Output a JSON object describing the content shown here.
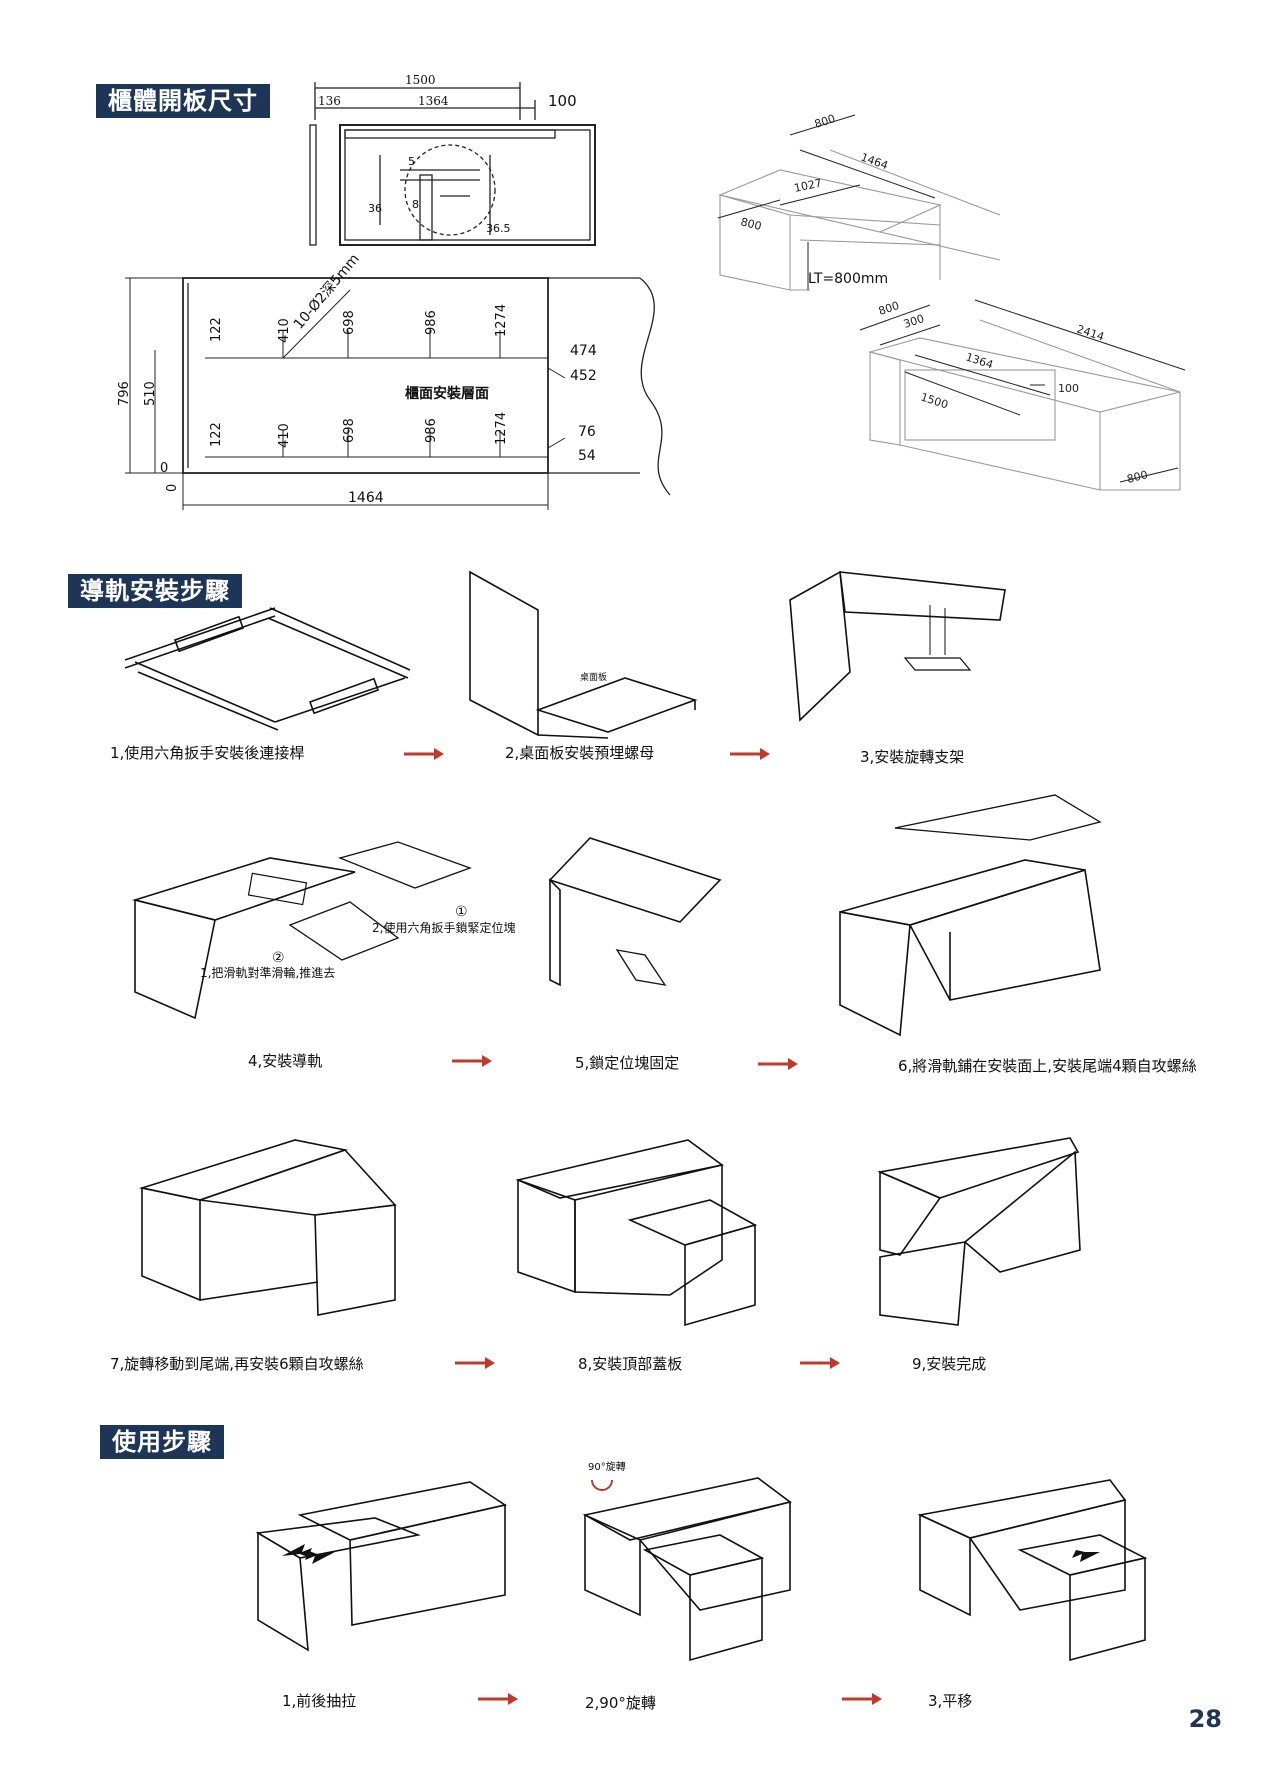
{
  "sections": {
    "panel_size": "櫃體開板尺寸",
    "rail_install": "導軌安裝步驟",
    "usage": "使用步驟"
  },
  "top_drawing": {
    "d1500": "1500",
    "d136": "136",
    "d1364": "1364",
    "d100": "100",
    "d5": "5",
    "d36": "36",
    "d8": "8",
    "d365": "36.5",
    "d796": "796",
    "d510": "510",
    "d0a": "0",
    "d0b": "0",
    "d1464": "1464",
    "holes": "10-Ø2深5mm",
    "t122": "122",
    "t410": "410",
    "t698": "698",
    "t986": "986",
    "t1274": "1274",
    "b122": "122",
    "b410": "410",
    "b698": "698",
    "b986": "986",
    "b1274": "1274",
    "d474": "474",
    "d452": "452",
    "d76": "76",
    "d54": "54",
    "face_label": "櫃面安裝層面"
  },
  "iso1": {
    "d800a": "800",
    "d1464": "1464",
    "d1027": "1027",
    "d800b": "800",
    "lt": "LT=800mm"
  },
  "iso2": {
    "d800": "800",
    "d300": "300",
    "d2414": "2414",
    "d1364": "1364",
    "d100": "100",
    "d1500": "1500",
    "d800b": "800"
  },
  "steps": {
    "s1": "1,使用六角扳手安裝後連接桿",
    "s2": "2,桌面板安裝預埋螺母",
    "s2_label": "桌面板",
    "s3": "3,安裝旋轉支架",
    "s4": "4,安裝導軌",
    "s4_note1": "1,把滑軌對準滑輪,推進去",
    "s4_note2": "2,使用六角扳手鎖緊定位塊",
    "s4_c1": "①",
    "s4_c2": "②",
    "s5": "5,鎖定位塊固定",
    "s6": "6,將滑軌鋪在安裝面上,安裝尾端4顆自攻螺絲",
    "s7": "7,旋轉移動到尾端,再安裝6顆自攻螺絲",
    "s8": "8,安裝頂部蓋板",
    "s9": "9,安裝完成"
  },
  "usage": {
    "u1": "1,前後抽拉",
    "u2": "2,90°旋轉",
    "u2_note": "90°旋轉",
    "u3": "3,平移"
  },
  "page_number": "28",
  "colors": {
    "accent": "#1d3557",
    "arrow": "#c0392b"
  }
}
